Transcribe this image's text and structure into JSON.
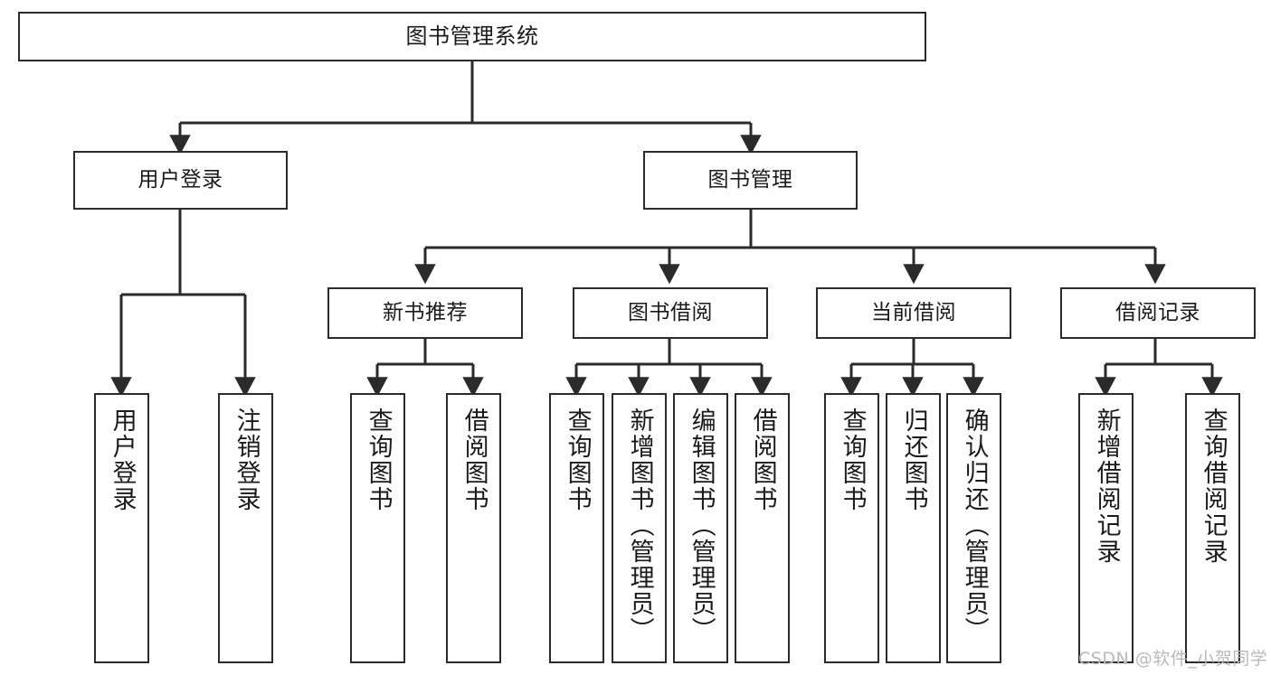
{
  "diagram": {
    "title": "图书管理系统",
    "type": "tree-hierarchy-chart",
    "colors": {
      "box_border": "#2b2b2b",
      "box_fill": "#ffffff",
      "edge": "#2b2b2b",
      "background": "#ffffff",
      "watermark": "#b9b9b9"
    },
    "watermark": "CSDN @软件_小贺同学",
    "nodes": {
      "root": {
        "label": "图书管理系统"
      },
      "level2": [
        {
          "label": "用户登录"
        },
        {
          "label": "图书管理"
        }
      ],
      "level3": [
        {
          "label": "新书推荐"
        },
        {
          "label": "图书借阅"
        },
        {
          "label": "当前借阅"
        },
        {
          "label": "借阅记录"
        }
      ],
      "leaves_user_login": [
        {
          "label": "用户登录"
        },
        {
          "label": "注销登录"
        }
      ],
      "leaves_new_book": [
        {
          "label": "查询图书"
        },
        {
          "label": "借阅图书"
        }
      ],
      "leaves_borrow": [
        {
          "label": "查询图书"
        },
        {
          "label": "新增图书（管理员）"
        },
        {
          "label": "编辑图书（管理员）"
        },
        {
          "label": "借阅图书"
        }
      ],
      "leaves_current": [
        {
          "label": "查询图书"
        },
        {
          "label": "归还图书"
        },
        {
          "label": "确认归还（管理员）"
        }
      ],
      "leaves_record": [
        {
          "label": "新增借阅记录"
        },
        {
          "label": "查询借阅记录"
        }
      ]
    }
  }
}
